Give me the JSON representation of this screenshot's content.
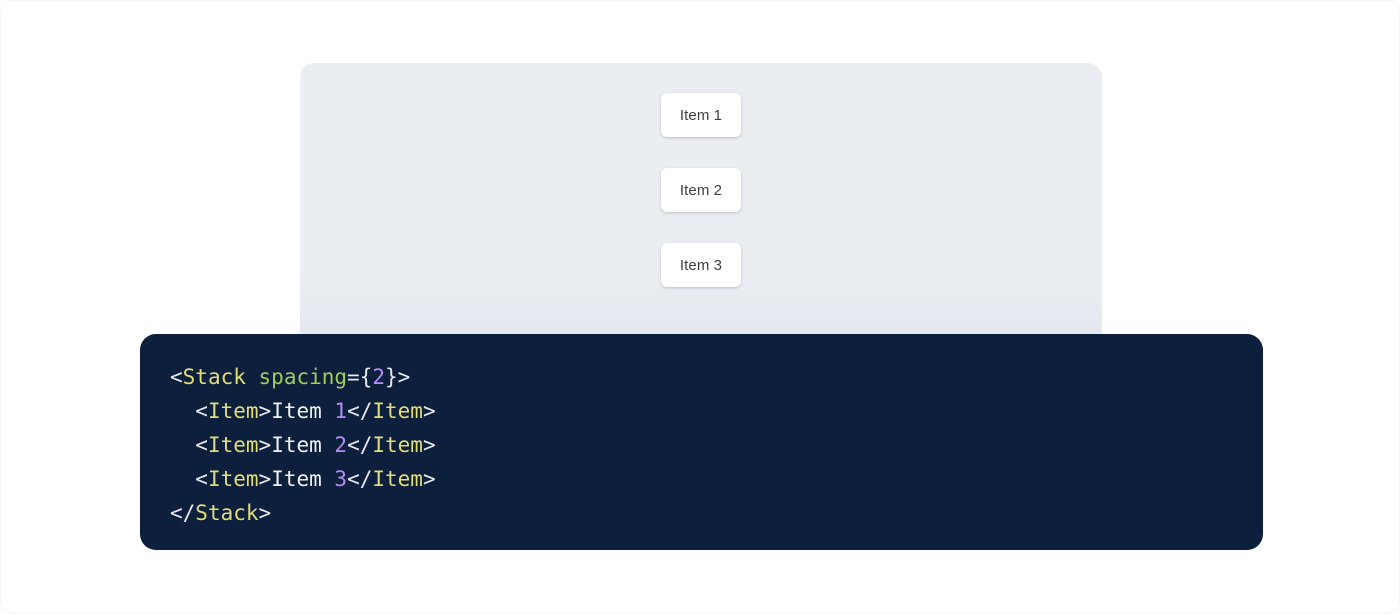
{
  "preview": {
    "panel_background": "#eaedf2",
    "items": [
      {
        "label": "Item 1"
      },
      {
        "label": "Item 2"
      },
      {
        "label": "Item 3"
      }
    ]
  },
  "code": {
    "background": "#0c1f3d",
    "language": "jsx",
    "colors": {
      "tag": "#e2dc7a",
      "attribute": "#9ece5a",
      "number": "#b78df5",
      "punctuation": "#e8eaf0",
      "text": "#f0f2f6"
    },
    "lines": [
      {
        "indent": "",
        "tokens": [
          {
            "t": "<",
            "k": "punct"
          },
          {
            "t": "Stack",
            "k": "tag"
          },
          {
            "t": " ",
            "k": "punct"
          },
          {
            "t": "spacing",
            "k": "attr"
          },
          {
            "t": "={",
            "k": "punct"
          },
          {
            "t": "2",
            "k": "number"
          },
          {
            "t": "}>",
            "k": "punct"
          }
        ]
      },
      {
        "indent": "  ",
        "tokens": [
          {
            "t": "<",
            "k": "punct"
          },
          {
            "t": "Item",
            "k": "tag"
          },
          {
            "t": ">",
            "k": "punct"
          },
          {
            "t": "Item ",
            "k": "text"
          },
          {
            "t": "1",
            "k": "number"
          },
          {
            "t": "</",
            "k": "punct"
          },
          {
            "t": "Item",
            "k": "tag"
          },
          {
            "t": ">",
            "k": "punct"
          }
        ]
      },
      {
        "indent": "  ",
        "tokens": [
          {
            "t": "<",
            "k": "punct"
          },
          {
            "t": "Item",
            "k": "tag"
          },
          {
            "t": ">",
            "k": "punct"
          },
          {
            "t": "Item ",
            "k": "text"
          },
          {
            "t": "2",
            "k": "number"
          },
          {
            "t": "</",
            "k": "punct"
          },
          {
            "t": "Item",
            "k": "tag"
          },
          {
            "t": ">",
            "k": "punct"
          }
        ]
      },
      {
        "indent": "  ",
        "tokens": [
          {
            "t": "<",
            "k": "punct"
          },
          {
            "t": "Item",
            "k": "tag"
          },
          {
            "t": ">",
            "k": "punct"
          },
          {
            "t": "Item ",
            "k": "text"
          },
          {
            "t": "3",
            "k": "number"
          },
          {
            "t": "</",
            "k": "punct"
          },
          {
            "t": "Item",
            "k": "tag"
          },
          {
            "t": ">",
            "k": "punct"
          }
        ]
      },
      {
        "indent": "",
        "tokens": [
          {
            "t": "</",
            "k": "punct"
          },
          {
            "t": "Stack",
            "k": "tag"
          },
          {
            "t": ">",
            "k": "punct"
          }
        ]
      }
    ]
  }
}
